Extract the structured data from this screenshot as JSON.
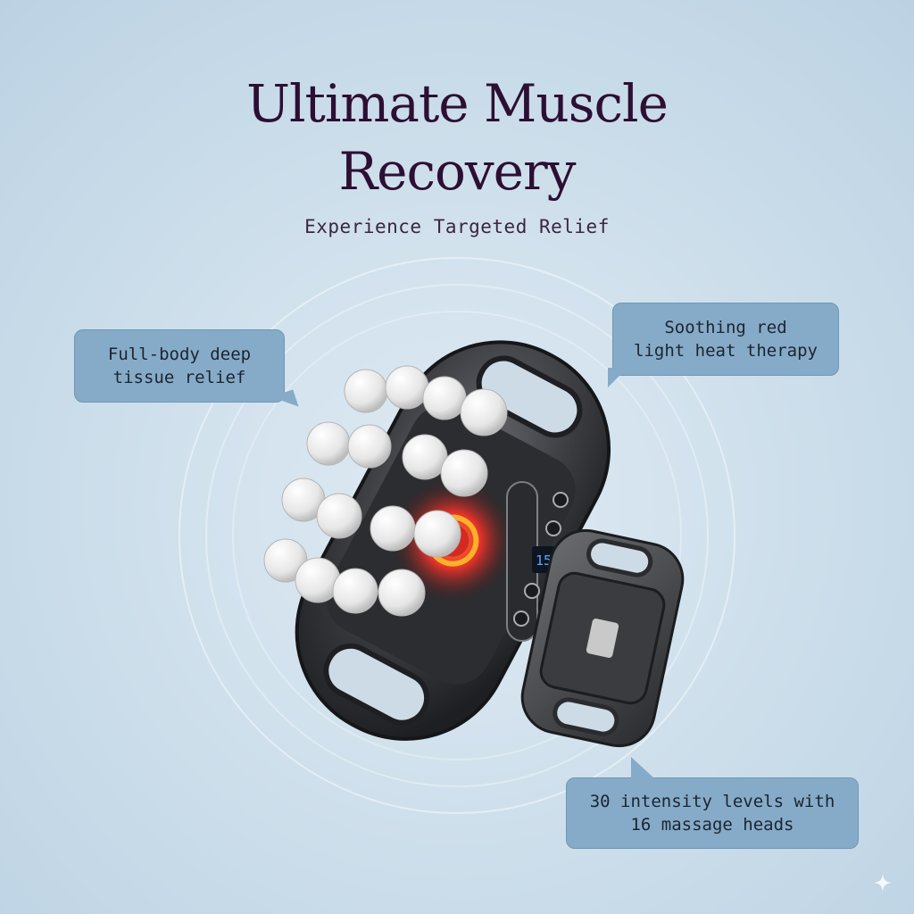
{
  "header": {
    "title_line1": "Ultimate Muscle",
    "title_line2": "Recovery",
    "subtitle": "Experience Targeted Relief"
  },
  "callouts": {
    "left": {
      "line1": "Full-body deep",
      "line2": "tissue relief"
    },
    "right": {
      "line1": "Soothing red",
      "line2": "light heat therapy"
    },
    "bottom": {
      "line1": "30 intensity levels with",
      "line2": "16 massage heads"
    }
  },
  "device": {
    "display_value": "15"
  },
  "colors": {
    "title": "#2d0f33",
    "callout_bg": "#86abc8",
    "background": "#cfe0ec",
    "device_body": "#3a3c40",
    "heat_glow": "#e0322a"
  },
  "icons": {
    "sparkle": "sparkle-icon"
  }
}
